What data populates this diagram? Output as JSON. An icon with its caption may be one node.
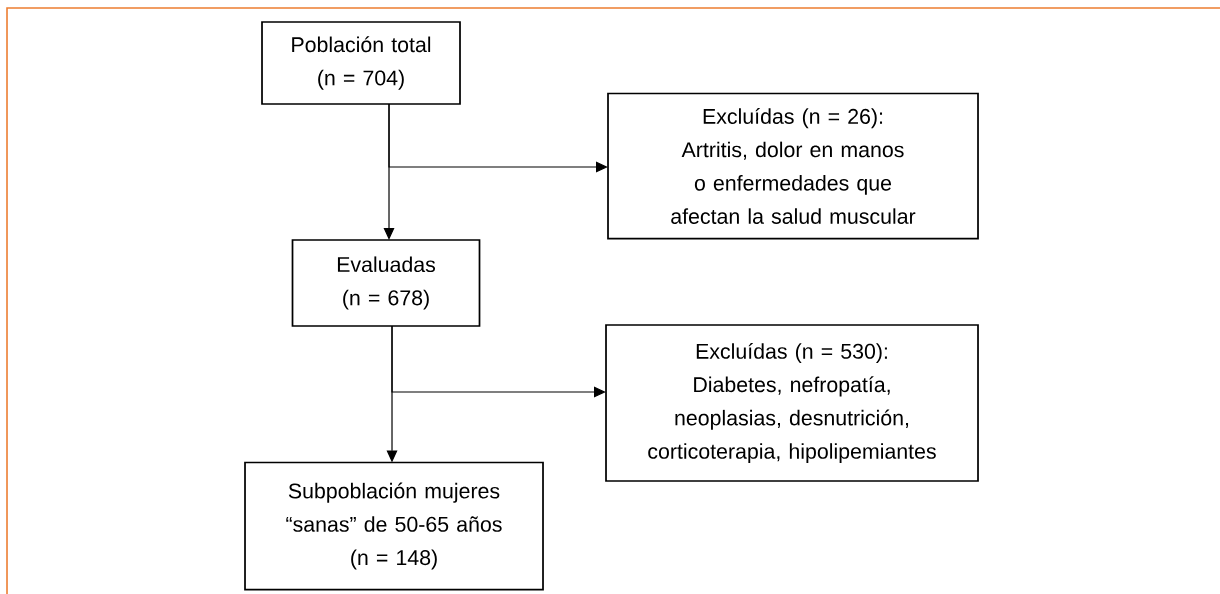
{
  "diagram": {
    "nodes": [
      {
        "text": [
          "Población total",
          "(n = 704)"
        ]
      },
      {
        "text": [
          "Excluídas (n = 26):",
          "Artritis, dolor en manos o enfermedades que afectan la salud muscular"
        ]
      },
      {
        "text": [
          "Evaluadas",
          "(n = 678)"
        ]
      },
      {
        "text": [
          "Excluídas (n = 530):",
          "Diabetes, nefropatía, neoplasias, desnutrición, corticoterapia, hipolipemiantes"
        ]
      },
      {
        "text": [
          "Subpoblación mujeres “sanas” de 50-65 años",
          "(n = 148)"
        ]
      }
    ],
    "edges": [
      {
        "from": 0,
        "to": 2,
        "arrow": "to"
      },
      {
        "from": 0,
        "to": 1,
        "arrow": "to"
      },
      {
        "from": 2,
        "to": 4,
        "arrow": "to"
      },
      {
        "from": 2,
        "to": 3,
        "arrow": "to"
      }
    ]
  }
}
